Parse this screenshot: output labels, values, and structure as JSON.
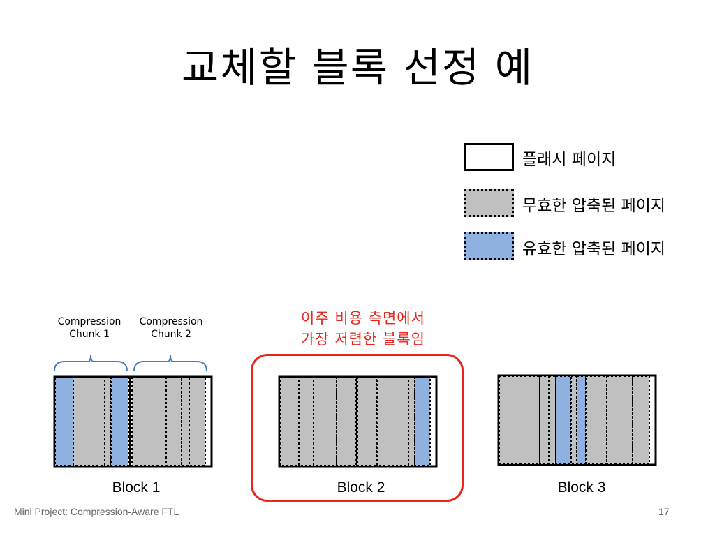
{
  "slide": {
    "title": "교체할 블록 선정 예",
    "footer_text": "Mini Project: Compression-Aware FTL",
    "page_number": "17"
  },
  "legend": [
    {
      "label": "플래시 페이지",
      "kind": "flash"
    },
    {
      "label": "무효한 압축된 페이지",
      "kind": "invalid"
    },
    {
      "label": "유효한 압축된 페이지",
      "kind": "valid"
    }
  ],
  "chunk_labels": [
    {
      "line1": "Compression",
      "line2": "Chunk 1"
    },
    {
      "line1": "Compression",
      "line2": "Chunk 2"
    }
  ],
  "annotation": {
    "line1": "이주 비용 측면에서",
    "line2": "가장 저렴한 블록임"
  },
  "blocks": [
    {
      "label": "Block 1"
    },
    {
      "label": "Block 2"
    },
    {
      "label": "Block 3"
    }
  ],
  "colors": {
    "invalid": "#c0c0c0",
    "valid": "#8eb1e0",
    "highlight": "#e8261c",
    "brace": "#4a7ebb"
  }
}
